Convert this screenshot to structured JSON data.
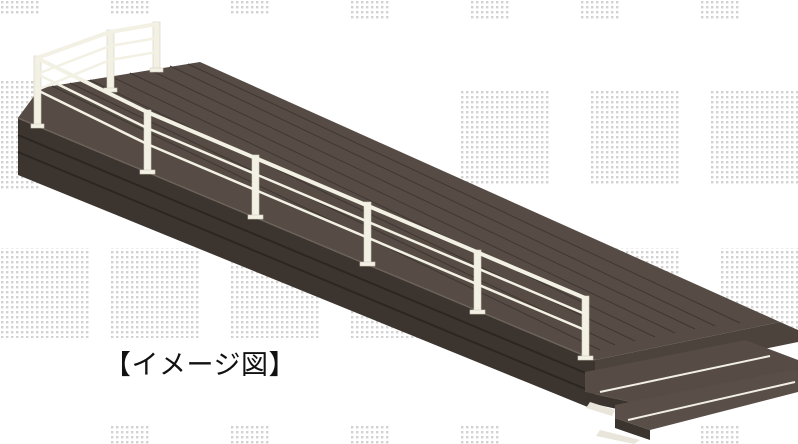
{
  "caption": "【イメージ図】",
  "colors": {
    "deck_top": "#544b44",
    "deck_side": "#3f3833",
    "deck_edge": "#2d2824",
    "railing": "#f3f0e4",
    "railing_shadow": "#c9c4b4",
    "watermark": "#bdbdbd",
    "background": "#ffffff"
  },
  "icons": [
    "watermark-pattern",
    "deck-illustration",
    "railing"
  ]
}
